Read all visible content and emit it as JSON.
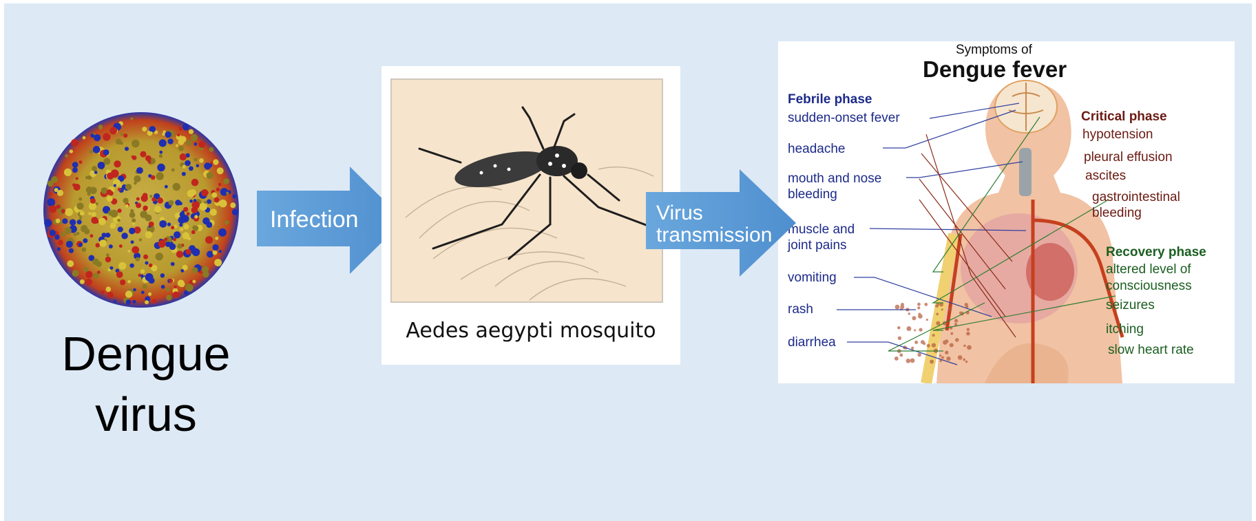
{
  "virus": {
    "label_line1": "Dengue",
    "label_line2": "virus"
  },
  "arrows": {
    "infection": "Infection",
    "transmission_line1": "Virus",
    "transmission_line2": "transmission"
  },
  "mosquito": {
    "caption": "Aedes aegypti mosquito"
  },
  "symptoms": {
    "title_small": "Symptoms of",
    "title_large": "Dengue fever",
    "febrile": {
      "heading": "Febrile phase",
      "items": [
        "sudden-onset fever",
        "headache",
        "mouth and nose",
        "bleeding",
        "muscle and",
        "joint pains",
        "vomiting",
        "rash",
        "diarrhea"
      ]
    },
    "critical": {
      "heading": "Critical phase",
      "items": [
        "hypotension",
        "pleural effusion",
        "ascites",
        "gastrointestinal",
        "bleeding"
      ]
    },
    "recovery": {
      "heading": "Recovery phase",
      "items": [
        "altered level of",
        "consciousness",
        "seizures",
        "itching",
        "slow heart rate"
      ]
    }
  },
  "colors": {
    "background": "#dde9f5",
    "arrow": "#5b9bd5",
    "febrile_text": "#1c2a8a",
    "critical_text": "#6b1a12",
    "recovery_text": "#1b5e20"
  }
}
